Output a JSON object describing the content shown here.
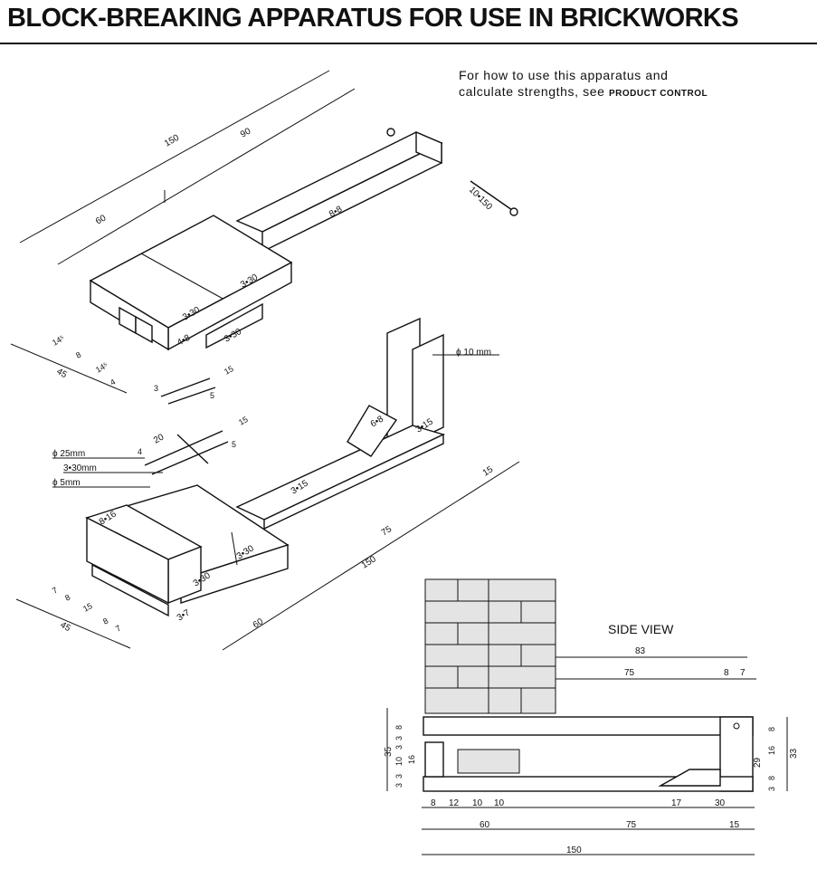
{
  "title": "BLOCK-BREAKING APPARATUS FOR USE IN BRICKWORKS",
  "note": {
    "line1": "For how to use this apparatus and",
    "line2": "calculate strengths, see",
    "reference": "PRODUCT CONTROL"
  },
  "top_assembly": {
    "dims": {
      "total_length": "150",
      "arm_length": "90",
      "platform_length": "60",
      "arm_section": "8•8",
      "plank_top": "3•30",
      "plank_side": "3•30",
      "plank_under": "3•30",
      "cross_batten": "4•8",
      "bolt": "10•150"
    }
  },
  "bottom_assembly": {
    "dims": {
      "total_length": "150",
      "segment_75": "75",
      "segment_15": "15",
      "segment_60": "60",
      "channel": "3•15",
      "block_section": "8•16",
      "plank_a": "3•30",
      "plank_b": "3•30",
      "base": "3•7",
      "wedge": "6•8",
      "post": "3•15",
      "hole_diameter": "ϕ 10 mm",
      "bar_25": "ϕ 25mm",
      "plate_3x30": "3•30mm",
      "bar_5": "ϕ 5mm"
    }
  },
  "left_dims": {
    "upper_total": "45",
    "upper_seg_a": "14⁵",
    "upper_seg_b": "8",
    "upper_seg_c": "14⁵",
    "upper_seg_d": "4",
    "lower_total": "45",
    "lower_seg_a": "7",
    "lower_seg_b": "8",
    "lower_seg_c": "15",
    "lower_seg_d": "8",
    "lower_seg_e": "7"
  },
  "knife_dims": {
    "a_15": "15",
    "a_3": "3",
    "a_5": "5",
    "b_20": "20",
    "b_4": "4",
    "b_15": "15",
    "b_5": "5"
  },
  "side_view": {
    "label": "SIDE VIEW",
    "top_dims": {
      "d83": "83",
      "d75": "75",
      "d8": "8",
      "d7": "7"
    },
    "left_dims": {
      "total": "35",
      "a": "8",
      "b": "3",
      "c": "3",
      "d": "16",
      "e": "10",
      "f": "3",
      "g": "3"
    },
    "right_dims": {
      "total": "33",
      "inner": "29",
      "a": "8",
      "b": "16",
      "c": "8",
      "d": "3"
    },
    "bottom_row1": {
      "a": "8",
      "b": "12",
      "c": "10",
      "d": "10",
      "e": "17",
      "f": "30"
    },
    "bottom_row2": {
      "a": "60",
      "b": "75",
      "c": "15"
    },
    "bottom_total": "150"
  }
}
